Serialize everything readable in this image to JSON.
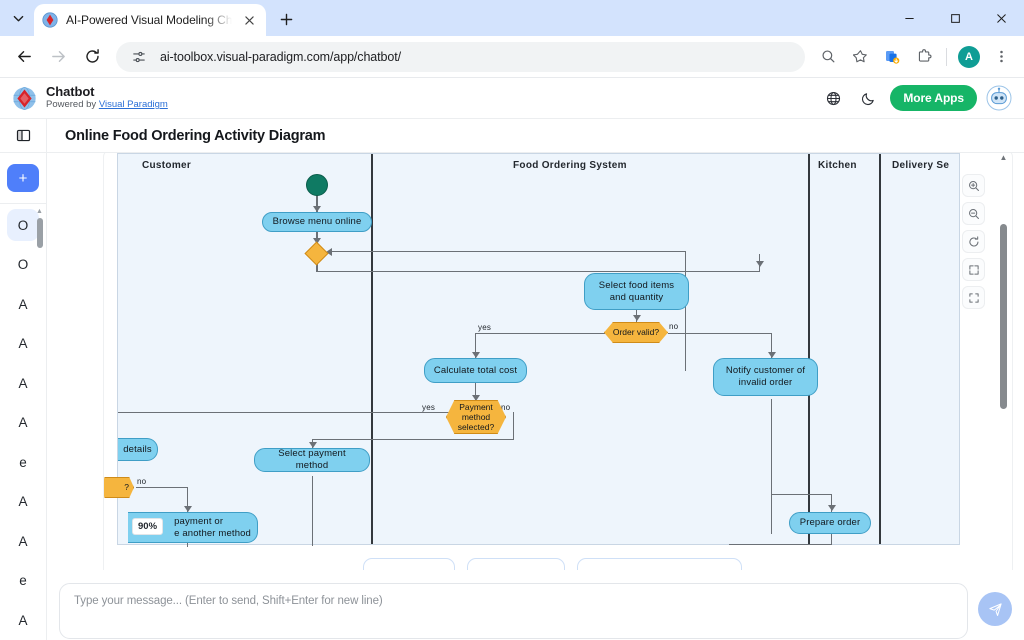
{
  "browser": {
    "tab": {
      "title": "AI-Powered Visual Modeling Ch",
      "close_label": "×"
    },
    "new_tab_label": "+",
    "chevron_label": "˅",
    "url": "ai-toolbox.visual-paradigm.com/app/chatbot/",
    "window": {
      "minimize": "–",
      "maximize": "□",
      "close": "✕"
    },
    "nav": {
      "back": "←",
      "forward": "→",
      "reload": "⟳"
    },
    "profile_initial": "A",
    "icons": [
      "site-settings-icon",
      "zoom-icon",
      "bookmark-star-icon",
      "extension-update-icon",
      "extensions-icon",
      "profile-avatar",
      "chrome-menu-icon"
    ]
  },
  "app": {
    "brand_title": "Chatbot",
    "brand_prefix": "Powered by ",
    "brand_link": "Visual Paradigm",
    "more_apps_label": "More Apps",
    "icons": [
      "globe-icon",
      "dark-mode-icon",
      "chatbot-avatar-icon",
      "panel-toggle-icon"
    ]
  },
  "document": {
    "title": "Online Food Ordering Activity Diagram"
  },
  "sidebar": {
    "new_chat_label": "+",
    "items": [
      {
        "label": "O",
        "active": true
      },
      {
        "label": "O",
        "active": false
      },
      {
        "label": "A",
        "active": false
      },
      {
        "label": "A",
        "active": false
      },
      {
        "label": "A",
        "active": false
      },
      {
        "label": "A",
        "active": false
      },
      {
        "label": "e",
        "active": false
      },
      {
        "label": "A",
        "active": false
      },
      {
        "label": "A",
        "active": false
      },
      {
        "label": "e",
        "active": false
      },
      {
        "label": "A",
        "active": false
      }
    ]
  },
  "canvas": {
    "zoom_badge": "90%",
    "toolbar": [
      {
        "name": "zoom-in-icon",
        "label": "+"
      },
      {
        "name": "zoom-out-icon",
        "label": "−"
      },
      {
        "name": "reset-view-icon",
        "label": "↺"
      },
      {
        "name": "fit-screen-icon",
        "label": "⛶"
      },
      {
        "name": "fullscreen-icon",
        "label": "⬚"
      }
    ],
    "scroll_up": "▲"
  },
  "diagram": {
    "lanes": [
      "Customer",
      "Food Ordering System",
      "Kitchen",
      "Delivery Se"
    ],
    "nodes": [
      {
        "id": "start",
        "label": ""
      },
      {
        "id": "browse",
        "label": "Browse menu online"
      },
      {
        "id": "merge",
        "label": ""
      },
      {
        "id": "select_food",
        "label": "Select food items and quantity"
      },
      {
        "id": "order_valid",
        "label": "Order valid?"
      },
      {
        "id": "calc_cost",
        "label": "Calculate total cost"
      },
      {
        "id": "notify_invalid",
        "label": "Notify customer of invalid order"
      },
      {
        "id": "payment_selected",
        "label": "Payment method selected?"
      },
      {
        "id": "details",
        "label": "details"
      },
      {
        "id": "clipped_decision",
        "label": "?"
      },
      {
        "id": "select_payment",
        "label": "Select payment method"
      },
      {
        "id": "retry_payment",
        "label": "payment or\ne another method"
      },
      {
        "id": "prepare_order",
        "label": "Prepare order"
      }
    ],
    "edge_labels": {
      "order_valid_yes": "yes",
      "order_valid_no": "no",
      "payment_yes": "yes",
      "payment_no": "no",
      "clipped_no": "no"
    }
  },
  "chips": [
    {
      "label": ""
    },
    {
      "label": ""
    },
    {
      "label": ""
    }
  ],
  "composer": {
    "placeholder": "Type your message... (Enter to send, Shift+Enter for new line)",
    "value": "",
    "send_icon": "send-icon"
  },
  "colors": {
    "accent_blue": "#4f7ffa",
    "brand_green": "#16b567",
    "node_fill": "#7fd0ef",
    "decision_fill": "#f5b53e",
    "lane_fill": "#eef5fc",
    "start_node": "#0f7a63"
  }
}
